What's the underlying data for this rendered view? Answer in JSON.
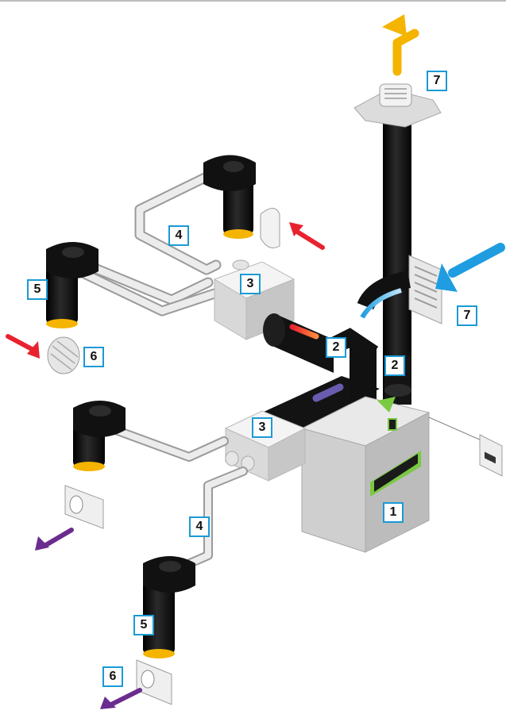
{
  "colors": {
    "callout_border": "#1a9ad6",
    "exhaust_arrow": "#f4b400",
    "fresh_air_arrow": "#1f9de0",
    "extract_arrow": "#e8232f",
    "supply_arrow": "#6a2c8e",
    "unit_accent": "#7ac943",
    "duct_black": "#151515",
    "plenum_grey": "#d9d9d9"
  },
  "callouts": [
    {
      "label": "7",
      "part": "roof-terminal"
    },
    {
      "label": "4",
      "part": "semi-rigid-duct-upper"
    },
    {
      "label": "5",
      "part": "insulated-bend-upper-left"
    },
    {
      "label": "3",
      "part": "plenum-upper"
    },
    {
      "label": "7",
      "part": "wall-grille"
    },
    {
      "label": "2",
      "part": "insulated-duct-left"
    },
    {
      "label": "6",
      "part": "extract-valve-left"
    },
    {
      "label": "2",
      "part": "insulated-duct-right"
    },
    {
      "label": "3",
      "part": "plenum-lower"
    },
    {
      "label": "1",
      "part": "mvhr-unit"
    },
    {
      "label": "4",
      "part": "semi-rigid-duct-lower"
    },
    {
      "label": "5",
      "part": "insulated-bend-lower"
    },
    {
      "label": "6",
      "part": "supply-valve-lower"
    }
  ]
}
